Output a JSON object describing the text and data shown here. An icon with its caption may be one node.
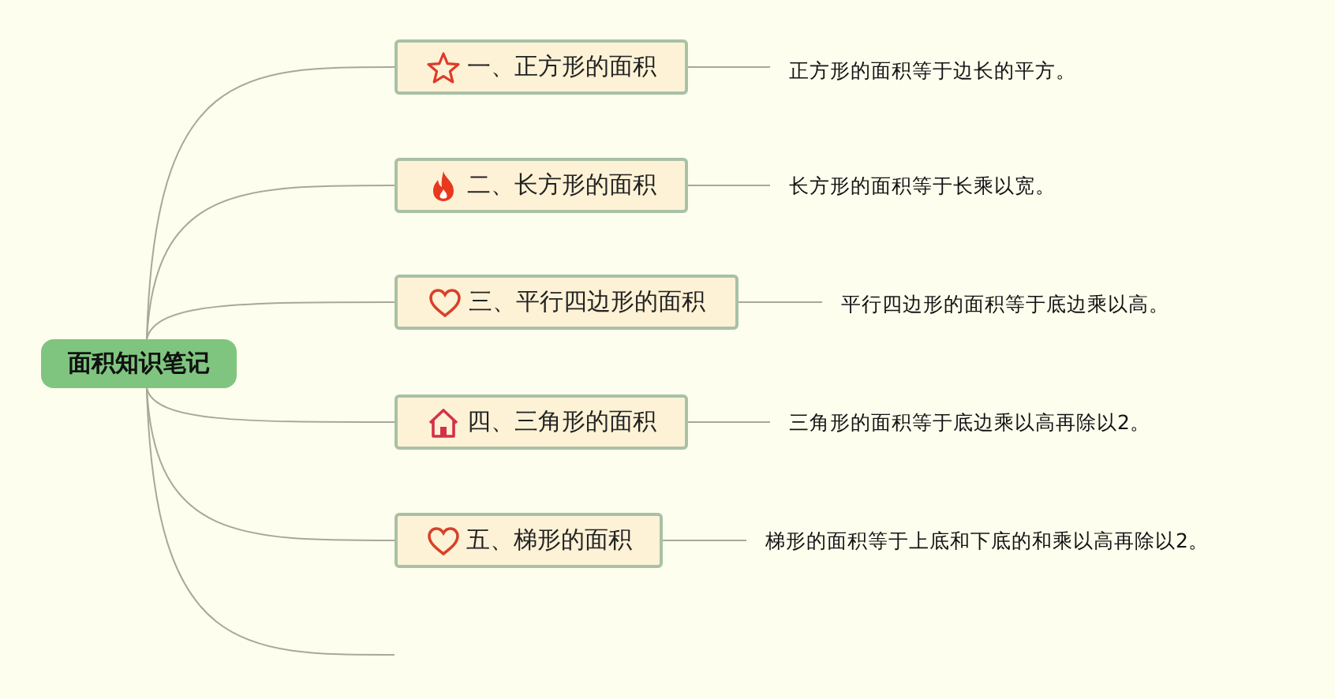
{
  "diagram": {
    "nodes": [
      {
        "text": [
          "面积知识笔记"
        ]
      },
      {
        "text": [
          "一、正方形的面积"
        ]
      },
      {
        "text": [
          "二、长方形的面积"
        ]
      },
      {
        "text": [
          "三、平行四边形的面积"
        ]
      },
      {
        "text": [
          "四、三角形的面积"
        ]
      },
      {
        "text": [
          "五、梯形的面积"
        ]
      },
      {
        "text": [
          "正方形的面积等于边长的平方。"
        ]
      },
      {
        "text": [
          "长方形的面积等于长乘以宽。"
        ]
      },
      {
        "text": [
          "平行四边形的面积等于底边乘以高。"
        ]
      },
      {
        "text": [
          "三角形的面积等于底边乘以高再除以2。"
        ]
      },
      {
        "text": [
          "梯形的面积等于上底和下底的和乘以高再除以2。"
        ]
      }
    ],
    "edges": [
      {
        "from": 0,
        "to": 1,
        "arrow": "none"
      },
      {
        "from": 0,
        "to": 2,
        "arrow": "none"
      },
      {
        "from": 0,
        "to": 3,
        "arrow": "none"
      },
      {
        "from": 0,
        "to": 4,
        "arrow": "none"
      },
      {
        "from": 0,
        "to": 5,
        "arrow": "none"
      },
      {
        "from": 0,
        "to": null,
        "arrow": "none"
      },
      {
        "from": 1,
        "to": 6,
        "arrow": "none"
      },
      {
        "from": 2,
        "to": 7,
        "arrow": "none"
      },
      {
        "from": 3,
        "to": 8,
        "arrow": "none"
      },
      {
        "from": 4,
        "to": 9,
        "arrow": "none"
      },
      {
        "from": 5,
        "to": 10,
        "arrow": "none"
      }
    ]
  }
}
